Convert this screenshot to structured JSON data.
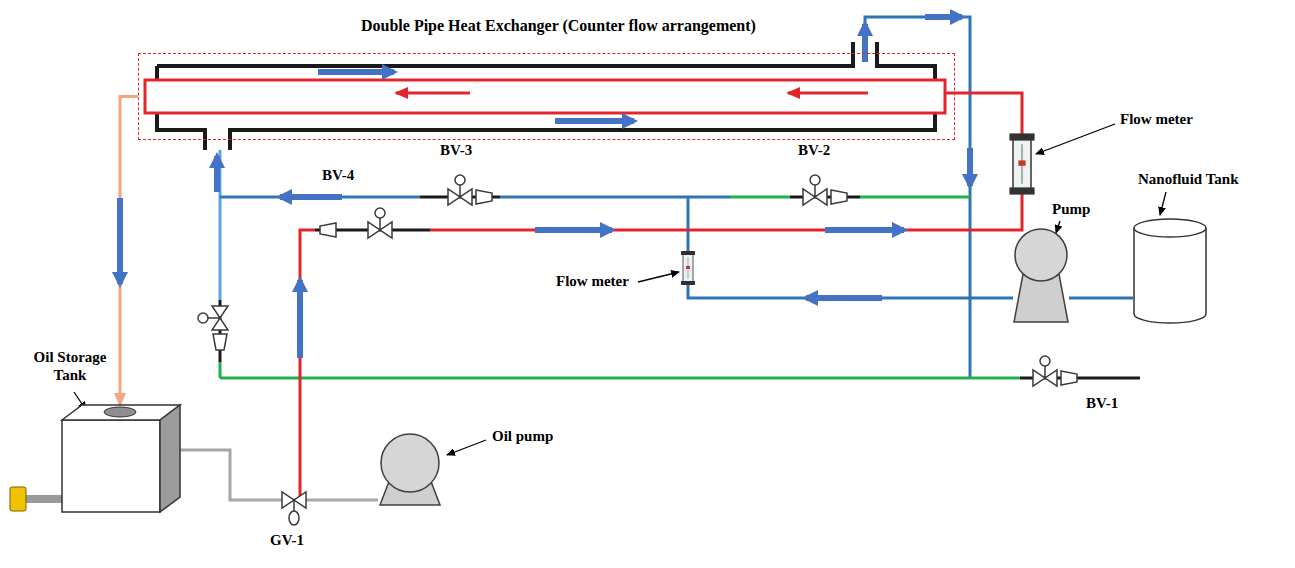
{
  "diagram": {
    "nodes": [
      {
        "text": [
          "Double Pipe Heat Exchanger (Counter flow arrangement)"
        ]
      },
      {
        "text": [
          "Nanofluid Tank"
        ]
      },
      {
        "text": [
          "Pump"
        ]
      },
      {
        "text": [
          "Oil Storage Tank"
        ]
      },
      {
        "text": [
          "Oil pump"
        ]
      }
    ],
    "edges": [
      {
        "from": 2,
        "to": 1,
        "arrow": "none"
      },
      {
        "from": 0,
        "to": 3,
        "arrow": "to"
      },
      {
        "from": 3,
        "to": 4,
        "arrow": "none"
      }
    ],
    "labels": [
      "Flow meter",
      "BV-3",
      "BV-2",
      "BV-4",
      "Flow meter",
      "BV-1",
      "GV-1"
    ]
  }
}
